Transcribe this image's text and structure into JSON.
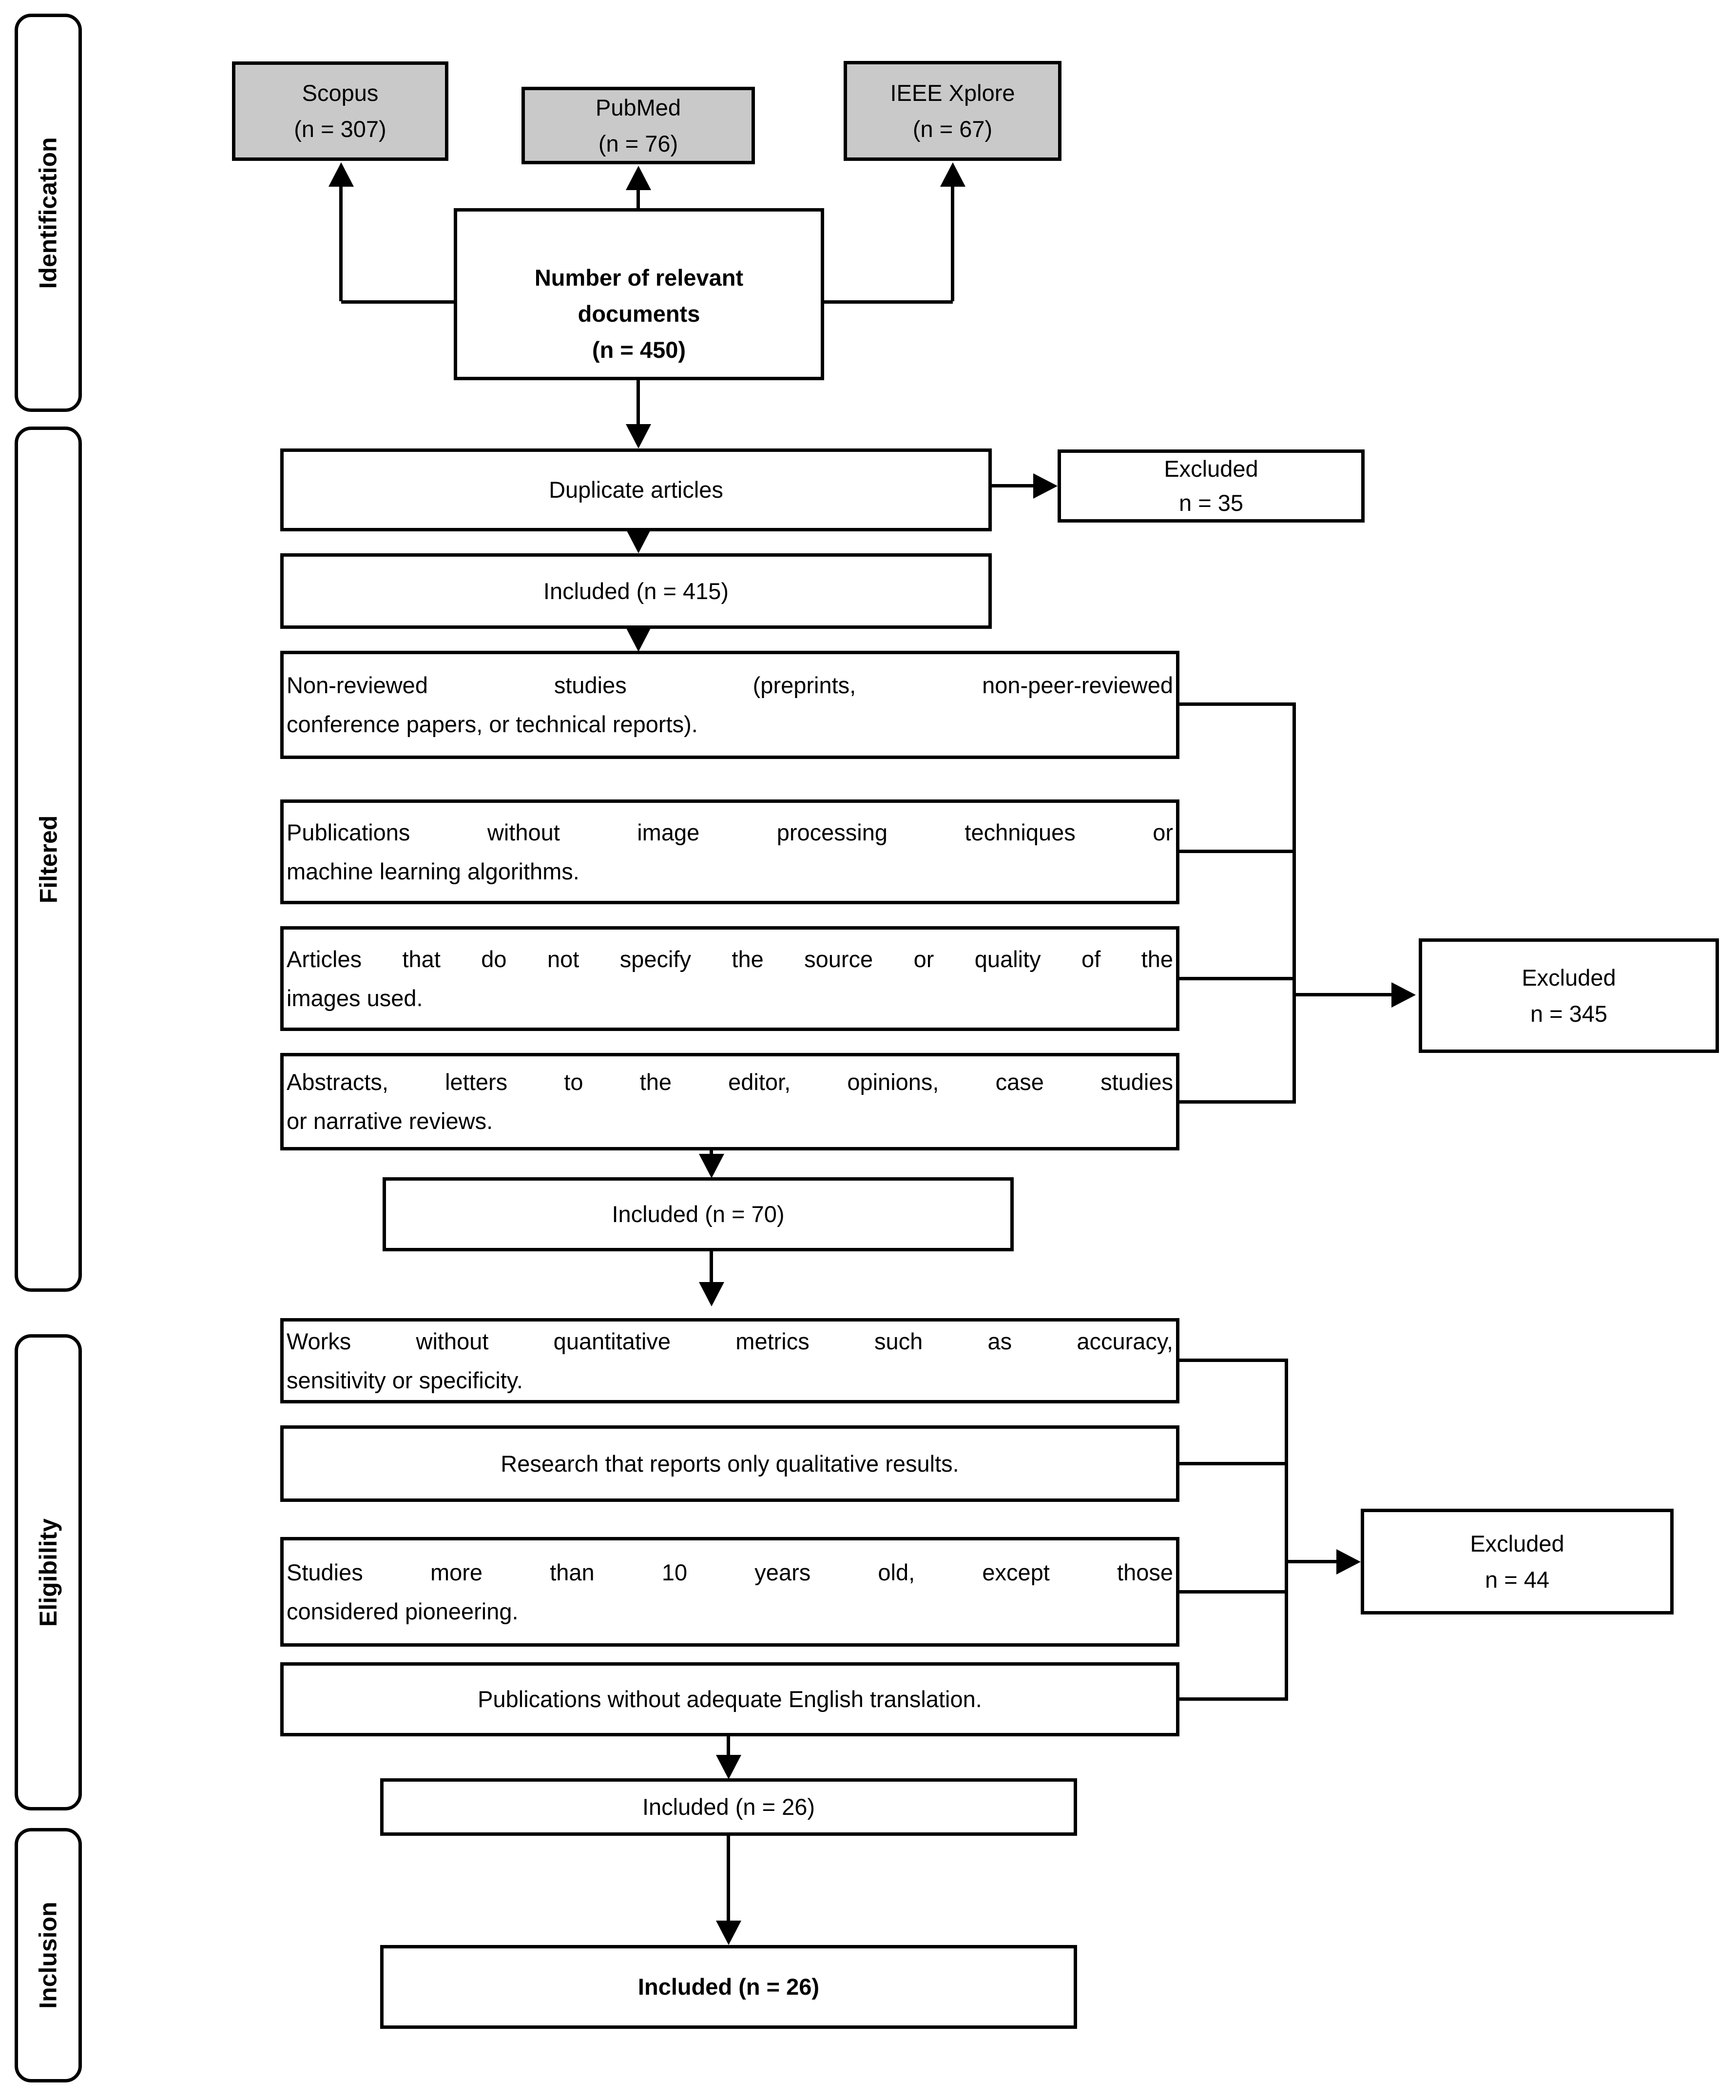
{
  "sidebar": {
    "items": [
      {
        "label": "Identification"
      },
      {
        "label": "Filtered"
      },
      {
        "label": "Eligibility"
      },
      {
        "label": "Inclusion"
      }
    ]
  },
  "sources": [
    {
      "name": "Scopus",
      "count": "(n = 307)"
    },
    {
      "name": "PubMed",
      "count": "(n = 76)"
    },
    {
      "name": "IEEE Xplore",
      "count": "(n = 67)"
    }
  ],
  "relevant": {
    "line1": "Number of relevant",
    "line2": "documents",
    "line3": "(n = 450)"
  },
  "duplicate": {
    "label": "Duplicate articles"
  },
  "excluded35": {
    "title": "Excluded",
    "count": "n = 35"
  },
  "included415": {
    "label": "Included (n = 415)"
  },
  "filtered": [
    {
      "line1": "Non-reviewed studies (preprints, non-peer-reviewed",
      "line2": "conference papers, or technical reports)."
    },
    {
      "line1": "Publications without image processing techniques or",
      "line2": "machine learning algorithms."
    },
    {
      "line1": "Articles that do not specify the source or quality of the",
      "line2": "images used."
    },
    {
      "line1": "Abstracts, letters to the editor, opinions, case studies",
      "line2": "or narrative reviews."
    }
  ],
  "excluded345": {
    "title": "Excluded",
    "count": "n = 345"
  },
  "included70": {
    "label": "Included (n = 70)"
  },
  "eligibility": [
    {
      "line1": "Works without quantitative metrics such as accuracy,",
      "line2": "sensitivity or specificity."
    },
    {
      "line1": "Research that reports only qualitative results.",
      "line2": ""
    },
    {
      "line1": "Studies more than 10 years old, except those",
      "line2": "considered pioneering."
    },
    {
      "line1": "Publications without adequate English translation.",
      "line2": ""
    }
  ],
  "excluded44": {
    "title": "Excluded",
    "count": "n = 44"
  },
  "included26": {
    "label": "Included (n = 26)"
  },
  "included26_final": {
    "label": "Included (n = 26)"
  },
  "colors": {
    "source_box_fill": "#c9c9c9",
    "box_border": "#000000",
    "background": "#ffffff",
    "text": "#000000"
  }
}
